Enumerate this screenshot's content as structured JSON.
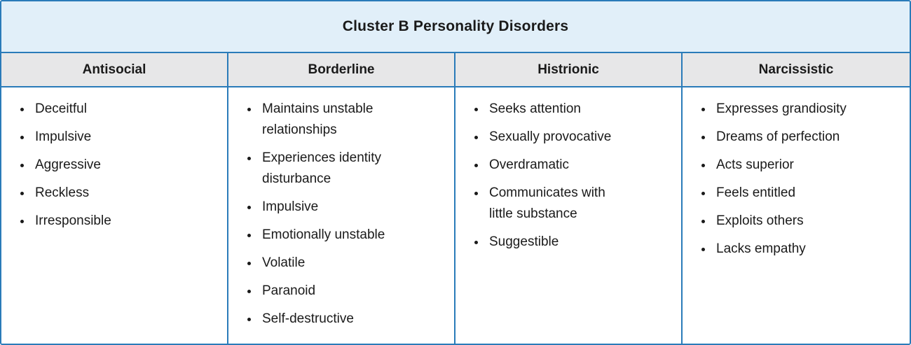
{
  "table": {
    "title": "Cluster B Personality Disorders",
    "columns": [
      {
        "header": "Antisocial",
        "items": [
          "Deceitful",
          "Impulsive",
          "Aggressive",
          "Reckless",
          "Irresponsible"
        ]
      },
      {
        "header": "Borderline",
        "items": [
          "Maintains unstable relationships",
          "Experiences identity disturbance",
          "Impulsive",
          "Emotionally unstable",
          "Volatile",
          "Paranoid",
          "Self-destructive"
        ]
      },
      {
        "header": "Histrionic",
        "items": [
          "Seeks attention",
          "Sexually provocative",
          "Overdramatic",
          "Communicates with little substance",
          "Suggestible"
        ]
      },
      {
        "header": "Narcissistic",
        "items": [
          "Expresses grandiosity",
          "Dreams of perfection",
          "Acts superior",
          "Feels entitled",
          "Exploits others",
          "Lacks empathy"
        ]
      }
    ],
    "colors": {
      "border": "#2a7bb9",
      "title_bg": "#e1eff9",
      "header_bg": "#e7e7e8",
      "body_bg": "#ffffff",
      "text": "#1a1a1a"
    }
  }
}
